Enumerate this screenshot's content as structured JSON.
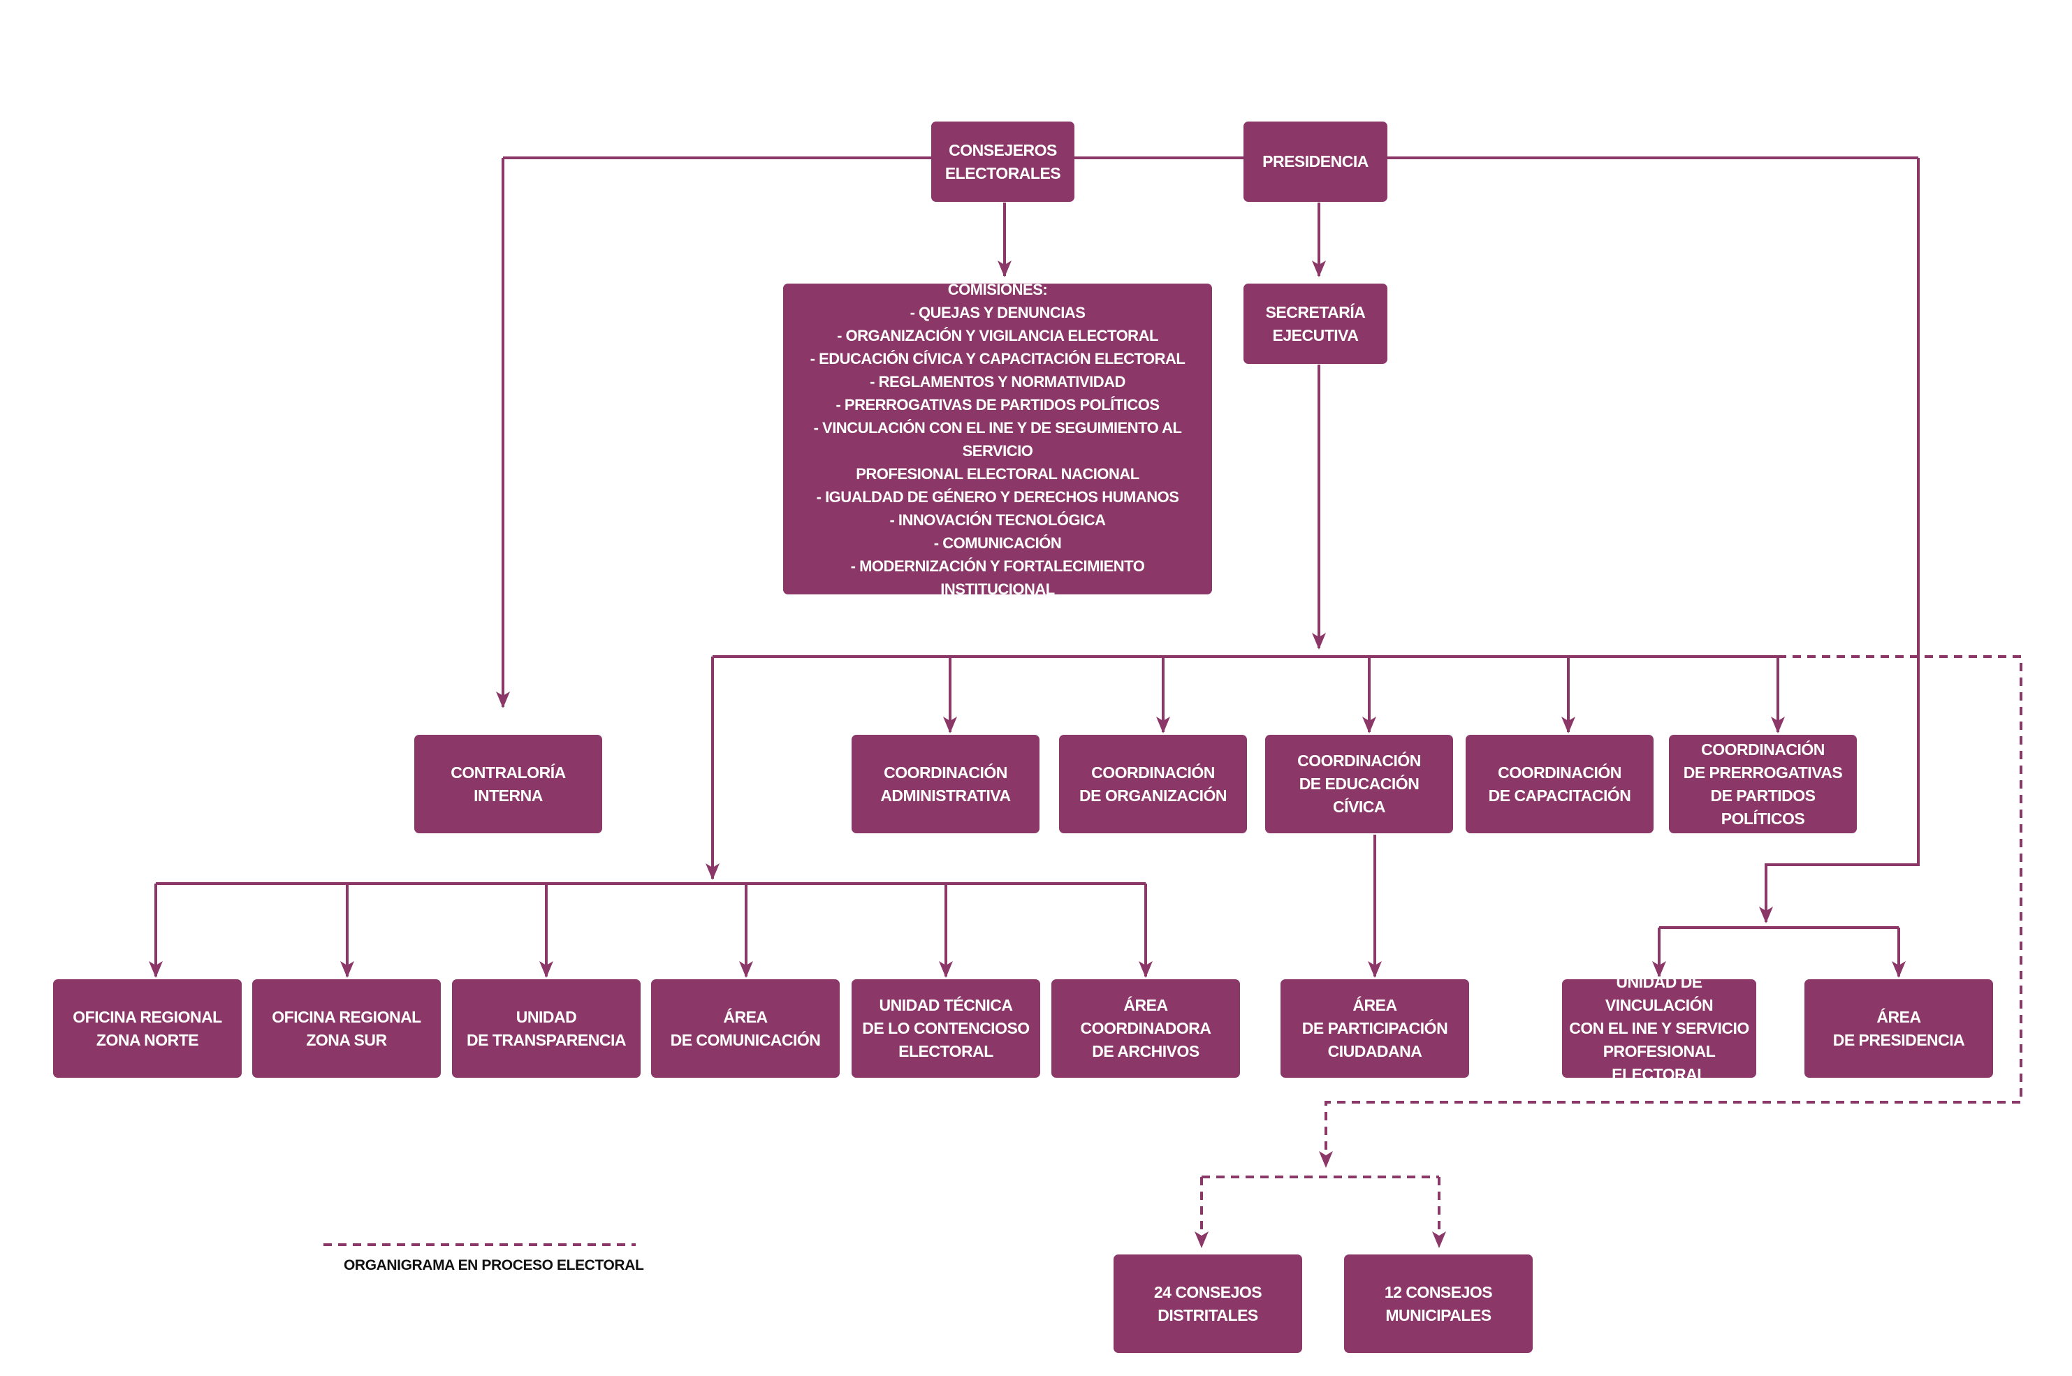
{
  "colors": {
    "box": "#8b3767",
    "line": "#8b3767",
    "text": "#ffffff",
    "legend_text": "#111111"
  },
  "nodes": {
    "consejeros": "CONSEJEROS\nELECTORALES",
    "presidencia": "PRESIDENCIA",
    "comisiones": "COMISIONES:\n- QUEJAS Y DENUNCIAS\n- ORGANIZACIÓN Y VIGILANCIA ELECTORAL\n- EDUCACIÓN CÍVICA Y CAPACITACIÓN ELECTORAL\n- REGLAMENTOS Y NORMATIVIDAD\n- PRERROGATIVAS DE PARTIDOS POLÍTICOS\n- VINCULACIÓN CON EL INE Y DE SEGUIMIENTO AL SERVICIO\nPROFESIONAL ELECTORAL NACIONAL\n- IGUALDAD DE GÉNERO Y DERECHOS HUMANOS\n- INNOVACIÓN TECNOLÓGICA\n- COMUNICACIÓN\n- MODERNIZACIÓN Y FORTALECIMIENTO INSTITUCIONAL",
    "secretaria": "SECRETARÍA\nEJECUTIVA",
    "contraloria": "CONTRALORÍA\nINTERNA",
    "coord_admin": "COORDINACIÓN\nADMINISTRATIVA",
    "coord_org": "COORDINACIÓN\nDE ORGANIZACIÓN",
    "coord_edu": "COORDINACIÓN\nDE EDUCACIÓN CÍVICA",
    "coord_cap": "COORDINACIÓN\nDE CAPACITACIÓN",
    "coord_prerr": "COORDINACIÓN\nDE PRERROGATIVAS\nDE PARTIDOS POLÍTICOS",
    "of_norte": "OFICINA REGIONAL\nZONA NORTE",
    "of_sur": "OFICINA REGIONAL\nZONA SUR",
    "transparencia": "UNIDAD\nDE TRANSPARENCIA",
    "comunicacion": "ÁREA\nDE COMUNICACIÓN",
    "contencioso": "UNIDAD TÉCNICA\nDE LO CONTENCIOSO\nELECTORAL",
    "archivos": "ÁREA\nCOORDINADORA\nDE ARCHIVOS",
    "participacion": "ÁREA\nDE PARTICIPACIÓN\nCIUDADANA",
    "vinculacion": "UNIDAD DE VINCULACIÓN\nCON EL INE Y SERVICIO\nPROFESIONAL ELECTORAL",
    "area_pres": "ÁREA\nDE PRESIDENCIA",
    "distritales": "24 CONSEJOS\nDISTRITALES",
    "municipales": "12 CONSEJOS\nMUNICIPALES"
  },
  "legend": {
    "label": "ORGANIGRAMA EN PROCESO ELECTORAL"
  }
}
